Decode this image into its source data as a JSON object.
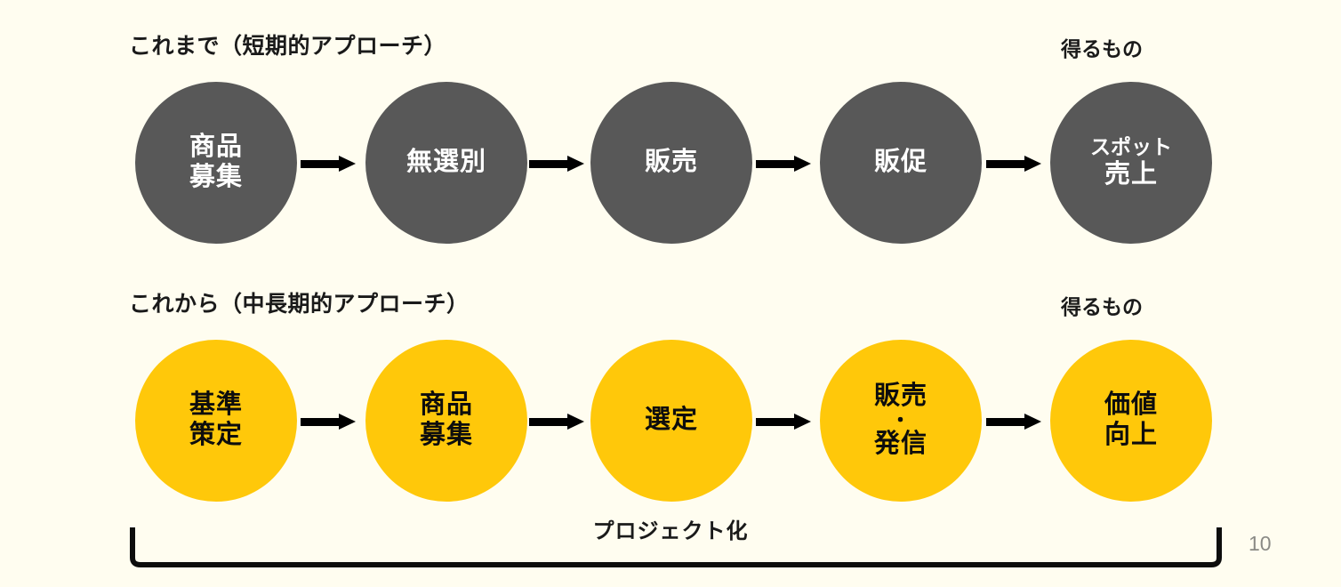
{
  "slide": {
    "background_color": "#fffdf0",
    "page_number": "10"
  },
  "colors": {
    "gray_node": "#585858",
    "yellow_node": "#ffc80a",
    "arrow": "#000000",
    "text_dark": "#1a1a1a",
    "text_light": "#ffffff",
    "page_number": "#8a8a85"
  },
  "rows": [
    {
      "heading": "これまで（短期的アプローチ）",
      "outcome_label": "得るもの",
      "style": "gray",
      "nodes": [
        {
          "lines": [
            "商品",
            "募集"
          ]
        },
        {
          "lines": [
            "無選別"
          ]
        },
        {
          "lines": [
            "販売"
          ]
        },
        {
          "lines": [
            "販促"
          ]
        },
        {
          "lines": [
            "スポット",
            "売上"
          ]
        }
      ]
    },
    {
      "heading": "これから（中長期的アプローチ）",
      "outcome_label": "得るもの",
      "style": "yellow",
      "nodes": [
        {
          "lines": [
            "基準",
            "策定"
          ]
        },
        {
          "lines": [
            "商品",
            "募集"
          ]
        },
        {
          "lines": [
            "選定"
          ]
        },
        {
          "lines": [
            "販売",
            "・",
            "発信"
          ]
        },
        {
          "lines": [
            "価値",
            "向上"
          ]
        }
      ]
    }
  ],
  "bracket": {
    "label": "プロジェクト化"
  }
}
